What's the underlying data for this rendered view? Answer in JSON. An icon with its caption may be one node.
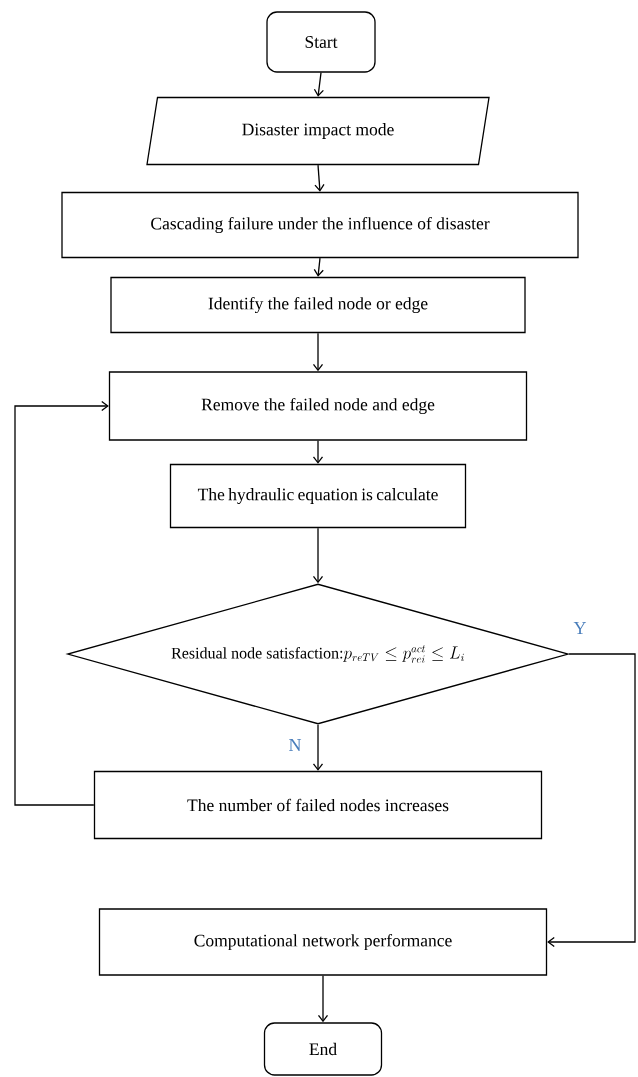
{
  "diagram": {
    "nodes": [
      {
        "text": [
          "Start"
        ]
      },
      {
        "text": [
          "Disaster impact mode"
        ]
      },
      {
        "text": [
          "Cascading failure under the influence of disaster"
        ]
      },
      {
        "text": [
          "Identify the failed node or edge"
        ]
      },
      {
        "text": [
          "Remove the failed node and edge"
        ]
      },
      {
        "text": [
          "The hydraulic equation is calculate"
        ]
      },
      {
        "text": [
          "Residual node satisfaction:",
          "p_{reTV} \\le p_{rei}^{act} \\le L_{i}"
        ]
      },
      {
        "text": [
          "The number of failed nodes increases"
        ]
      },
      {
        "text": [
          "Computational network performance"
        ]
      },
      {
        "text": [
          "End"
        ]
      }
    ],
    "edges": [
      {
        "from": 0,
        "to": 1,
        "arrow": "to"
      },
      {
        "from": 1,
        "to": 2,
        "arrow": "to"
      },
      {
        "from": 2,
        "to": 3,
        "arrow": "to"
      },
      {
        "from": 3,
        "to": 4,
        "arrow": "to"
      },
      {
        "from": 4,
        "to": 5,
        "arrow": "to"
      },
      {
        "from": 5,
        "to": 6,
        "arrow": "to"
      },
      {
        "from": 6,
        "to": 7,
        "arrow": "to",
        "label": "N"
      },
      {
        "from": 7,
        "to": 4,
        "arrow": "to"
      },
      {
        "from": 6,
        "to": 8,
        "arrow": "to",
        "label": "Y"
      },
      {
        "from": 8,
        "to": 9,
        "arrow": "to"
      }
    ]
  }
}
